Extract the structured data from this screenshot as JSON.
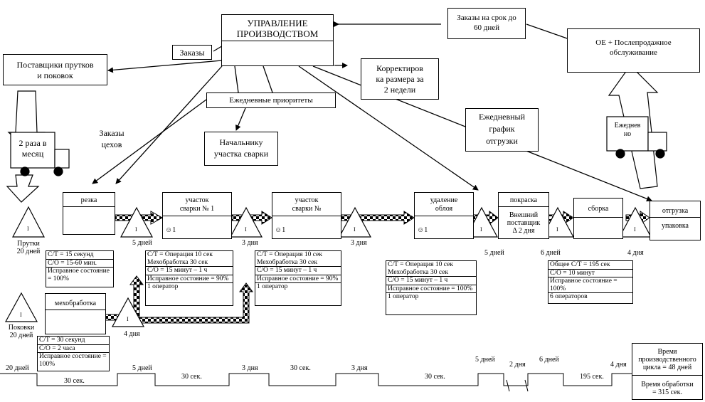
{
  "management": {
    "title_line1": "УПРАВЛЕНИЕ",
    "title_line2": "ПРОИЗВОДСТВОМ"
  },
  "orders_label": "Заказы",
  "supplier": {
    "line1": "Поставщики прутков",
    "line2": "и поковок"
  },
  "customer_orders": {
    "line1": "Заказы на срок до",
    "line2": "60 дней"
  },
  "customer": {
    "line1": "ОЕ + Послепродажное",
    "line2": "обслуживание"
  },
  "correctors": {
    "line1": "Корректиров",
    "line2": "ка размера за",
    "line3": "2 недели"
  },
  "daily_priorities": "Ежедневные приоритеты",
  "shop_orders": {
    "line1": "Заказы",
    "line2": "цехов"
  },
  "welding_head": {
    "line1": "Начальнику",
    "line2": "участка сварки"
  },
  "daily_schedule": {
    "line1": "Ежедневный",
    "line2": "график",
    "line3": "отгрузки"
  },
  "truck_in": {
    "line1": "2 раза в",
    "line2": "месяц"
  },
  "truck_out": {
    "line1": "Ежеднев",
    "line2": "но"
  },
  "inventory_mark": "I",
  "processes": {
    "cutting": "резка",
    "weld1": {
      "line1": "участок",
      "line2": "сварки № 1",
      "op": "☺1"
    },
    "weld2": {
      "line1": "участок",
      "line2": "сварки №",
      "op": "☺1"
    },
    "deflash": {
      "line1": "удаление",
      "line2": "облоя",
      "op": "☺1"
    },
    "paint": {
      "title": "покраска",
      "line1": "Внешний",
      "line2": "поставщик",
      "line3": "Δ 2 дня"
    },
    "assembly": "сборка",
    "shipping": {
      "title": "отгрузка",
      "sub": "упаковка"
    },
    "machining": "мехобработка"
  },
  "inventories": {
    "bars": {
      "line1": "Прутки",
      "line2": "20 дней"
    },
    "forgings": {
      "line1": "Поковки",
      "line2": "20 дней"
    },
    "inv1": "5 дней",
    "inv2": "3 дня",
    "inv3": "3 дня",
    "inv4": "5 дней",
    "inv5": "6 дней",
    "inv6": "4 дня",
    "inv_mach": "4 дня"
  },
  "data_boxes": {
    "cutting": [
      "С/Т = 15 секунд",
      "С/О = 15-60 мин.",
      "Исправное состояние = 100%"
    ],
    "weld1": [
      "С/Т = Операция 10 сек Мехобработка 30 сек",
      "С/О = 15 минут – 1 ч",
      "Исправное состояние = 90%",
      "1 оператор"
    ],
    "weld2": [
      "С/Т = Операция 10 сек Мехобработка 30 сек",
      "С/О = 15 минут – 1 ч",
      "Исправное состояние = 90%",
      "1 оператор"
    ],
    "deflash": [
      "С/Т = Операция 10 сек Мехобработка 30 сек",
      "С/О = 15 минут – 1 ч",
      "Исправное состояние = 100%",
      "1 оператор"
    ],
    "assembly": [
      "Общее С/Т = 195 сек",
      "С/О = 10 минут",
      "Исправное состояние = 100%",
      "6 операторов"
    ],
    "machining": [
      "С/Т = 30 секунд",
      "С/О = 2 часа",
      "Исправное состояние = 100%"
    ]
  },
  "timeline": {
    "waits": [
      "20 дней",
      "5 дней",
      "3 дня",
      "3 дня",
      "5 дней",
      "2 дня",
      "6 дней",
      "4 дня"
    ],
    "process_times": [
      "30 сек.",
      "30 сек.",
      "30 сек.",
      "30 сек.",
      "195 сек."
    ],
    "lead_time": {
      "line1": "Время",
      "line2": "производственного",
      "line3": "цикла = 48 дней"
    },
    "processing_time": {
      "line1": "Время обработки",
      "line2": "= 315 сек."
    }
  }
}
